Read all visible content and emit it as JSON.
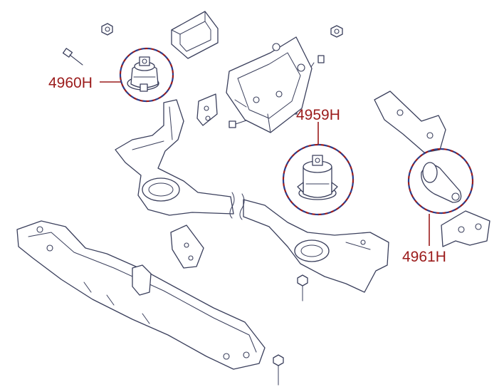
{
  "callouts": [
    {
      "id": "engine-mount-left",
      "part_number": "4960H"
    },
    {
      "id": "engine-mount-right",
      "part_number": "4959H"
    },
    {
      "id": "torque-rod-mount",
      "part_number": "4961H"
    }
  ],
  "colors": {
    "callout_text": "#9b1b1b",
    "callout_circle_dash_red": "#9b1b1b",
    "callout_circle_dash_blue": "#2b3d8c",
    "line_art": "#3a3f5c"
  }
}
